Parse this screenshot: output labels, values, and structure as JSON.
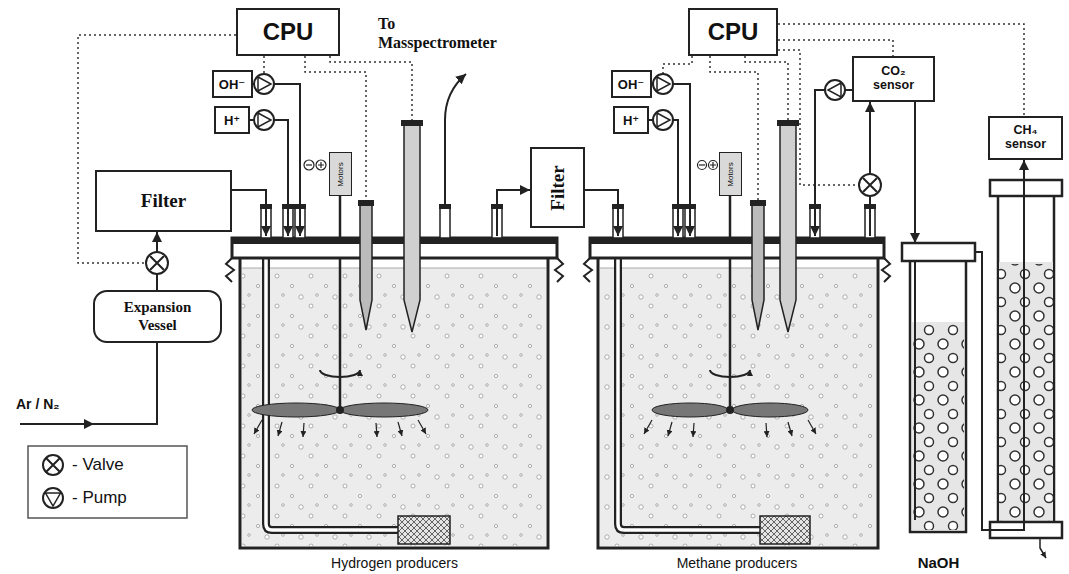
{
  "diagram": {
    "nodes": [
      {
        "text": [
          "CPU"
        ]
      },
      {
        "text": [
          "CPU"
        ]
      },
      {
        "text": [
          "OH⁻"
        ]
      },
      {
        "text": [
          "H⁺"
        ]
      },
      {
        "text": [
          "OH⁻"
        ]
      },
      {
        "text": [
          "H⁺"
        ]
      },
      {
        "text": [
          "CO₂ sensor"
        ]
      },
      {
        "text": [
          "CH₄ sensor"
        ]
      },
      {
        "text": [
          "Motors"
        ]
      },
      {
        "text": [
          "Motors"
        ]
      },
      {
        "text": [
          "Filter"
        ]
      },
      {
        "text": [
          "Filter"
        ]
      },
      {
        "text": [
          "Expansion Vessel"
        ]
      },
      {
        "text": [
          "Hydrogen producers"
        ]
      },
      {
        "text": [
          "Methane producers"
        ]
      },
      {
        "text": [
          "NaOH"
        ]
      }
    ],
    "edges": [
      {
        "from": 12,
        "to": 10,
        "arrow": "to"
      },
      {
        "from": 10,
        "to": 13,
        "arrow": "to"
      },
      {
        "from": 2,
        "to": 13,
        "arrow": "to"
      },
      {
        "from": 3,
        "to": 13,
        "arrow": "to"
      },
      {
        "from": 13,
        "to": 11,
        "arrow": "to"
      },
      {
        "from": 11,
        "to": 14,
        "arrow": "to"
      },
      {
        "from": 4,
        "to": 14,
        "arrow": "to"
      },
      {
        "from": 5,
        "to": 14,
        "arrow": "to"
      },
      {
        "from": 14,
        "to": 6,
        "arrow": "to"
      },
      {
        "from": 6,
        "to": 14,
        "arrow": "to"
      },
      {
        "from": 6,
        "to": 15,
        "arrow": "to"
      },
      {
        "from": 15,
        "to": 7,
        "arrow": "to"
      },
      {
        "from": 1,
        "to": 6,
        "arrow": "none"
      },
      {
        "from": 1,
        "to": 7,
        "arrow": "none"
      }
    ],
    "labels": [
      "To Masspectrometer",
      "Ar / N₂"
    ],
    "legend": [
      {
        "text": "- Valve"
      },
      {
        "text": "- Pump"
      }
    ]
  }
}
